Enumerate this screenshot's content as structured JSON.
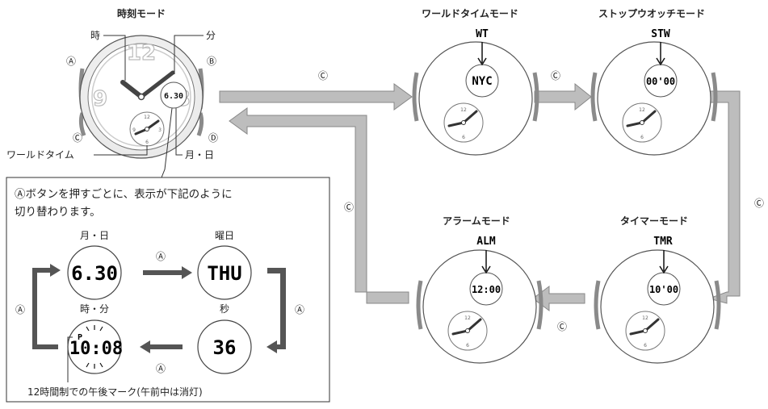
{
  "main_watch": {
    "title": "時刻モード",
    "hour_label": "時",
    "minute_label": "分",
    "worldtime_label": "ワールドタイム",
    "date_label": "月・日",
    "display": "6.30",
    "dial_numbers": [
      "12",
      "9",
      "3"
    ],
    "subdial_numbers": [
      "12",
      "9",
      "3",
      "6"
    ],
    "buttons": [
      "Ⓐ",
      "Ⓑ",
      "Ⓒ",
      "Ⓓ"
    ]
  },
  "modes": [
    {
      "title": "ワールドタイムモード",
      "code": "WT",
      "display": "NYC"
    },
    {
      "title": "ストップウオッチモード",
      "code": "STW",
      "display": "00'00"
    },
    {
      "title": "タイマーモード",
      "code": "TMR",
      "display": "10'00"
    },
    {
      "title": "アラームモード",
      "code": "ALM",
      "display": "12:00"
    }
  ],
  "mode_arrow_label": "Ⓒ",
  "subdial_labels": {
    "top": "12",
    "bottom": "6"
  },
  "panel": {
    "heading_line1": "Ⓐボタンを押すごとに、表示が下記のように",
    "heading_line2": "切り替わります。",
    "items": [
      {
        "label": "月・日",
        "display": "6.30"
      },
      {
        "label": "曜日",
        "display": "THU"
      },
      {
        "label": "秒",
        "display": "36"
      },
      {
        "label": "時・分",
        "display": "10:08"
      }
    ],
    "arrow_label": "Ⓐ",
    "pm_marker": "P",
    "footnote": "12時間制での午後マーク(午前中は消灯)"
  }
}
